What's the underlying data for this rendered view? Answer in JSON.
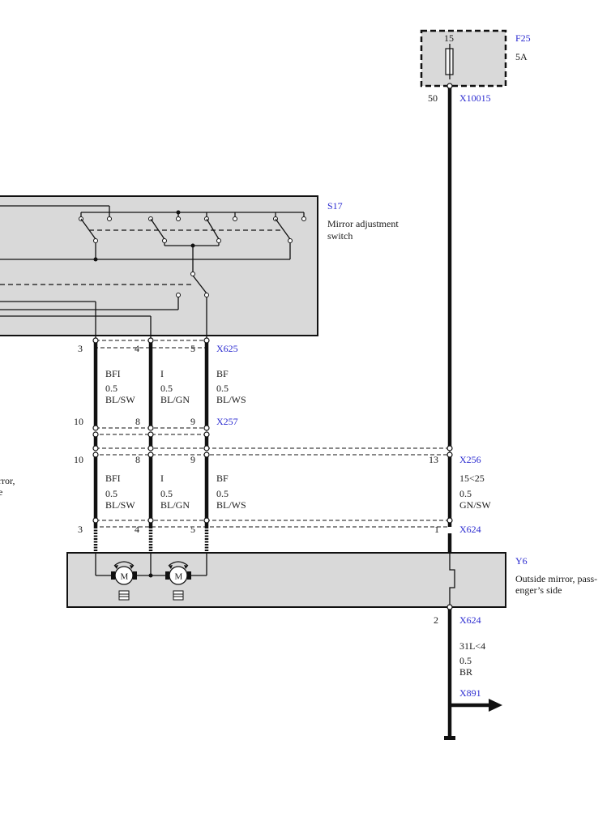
{
  "fuse": {
    "id": "F25",
    "rating": "5A",
    "pin_in": "15",
    "pin_out": "50",
    "connector": "X10015"
  },
  "switch": {
    "id": "S17",
    "name_line1": "Mirror adjustment",
    "name_line2": "switch"
  },
  "conn_x625": {
    "id": "X625",
    "pins": [
      "3",
      "4",
      "5"
    ]
  },
  "wires_upper": [
    {
      "signal": "BFI",
      "size": "0.5",
      "color": "BL/SW"
    },
    {
      "signal": "I",
      "size": "0.5",
      "color": "BL/GN"
    },
    {
      "signal": "BF",
      "size": "0.5",
      "color": "BL/WS"
    }
  ],
  "conn_x257": {
    "id": "X257",
    "pins": [
      "10",
      "8",
      "9"
    ]
  },
  "conn_x256": {
    "id": "X256",
    "pins": [
      "10",
      "8",
      "9",
      "13"
    ]
  },
  "wires_lower": [
    {
      "signal": "BFI",
      "size": "0.5",
      "color": "BL/SW"
    },
    {
      "signal": "I",
      "size": "0.5",
      "color": "BL/GN"
    },
    {
      "signal": "BF",
      "size": "0.5",
      "color": "BL/WS"
    },
    {
      "signal": "15<25",
      "size": "0.5",
      "color": "GN/SW"
    }
  ],
  "left_partial": {
    "line1": "rror,",
    "line2": "e"
  },
  "conn_x624_top": {
    "id": "X624",
    "pins": [
      "3",
      "4",
      "5",
      "1"
    ]
  },
  "mirror": {
    "id": "Y6",
    "name_line1": "Outside mirror, pass-",
    "name_line2": "enger’s side"
  },
  "conn_x624_bottom": {
    "id": "X624",
    "pin": "2"
  },
  "ground_wire": {
    "signal": "31L<4",
    "size": "0.5",
    "color": "BR"
  },
  "ground_ref": {
    "id": "X891"
  }
}
